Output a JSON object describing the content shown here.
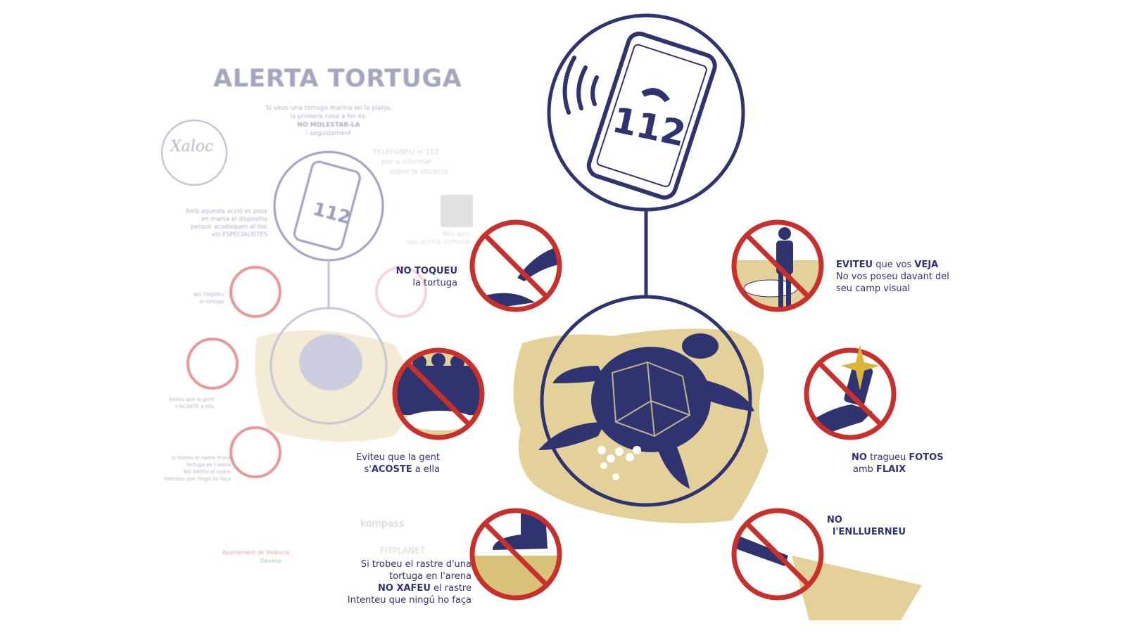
{
  "poster": {
    "title": "ALERTA TORTUGA",
    "intro": [
      "Si veus una tortuga marina en la platja,",
      "la primera cosa a fer és:",
      "NO MOLESTAR-LA",
      "i seguidament"
    ],
    "call": [
      "TELEFONEU al 112",
      "per a informar",
      "sobre la situació"
    ],
    "action": [
      "Amb aquesta acció es posa",
      "en marxa el dispositiu",
      "perquè acudisquen al lloc",
      "els ESPECIALISTES"
    ],
    "logo": "Xaloc",
    "qr_caption": [
      "MÉS INFO",
      "Web ALERTA TORTUGA"
    ],
    "small_labels": {
      "touch": [
        "NO TOQUEU",
        "la tortuga"
      ],
      "approach": [
        "Eviteu que la gent",
        "s'ACOSTE a ella"
      ],
      "tracks": [
        "Si trobeu el rastre d'una",
        "tortuga en l'arena",
        "NO XAFEU el rastre",
        "Intenteu que ningú ho faça"
      ]
    },
    "sponsors": [
      "kompass",
      "Ajuntament de València",
      "Devesa",
      "FITPLANET"
    ]
  },
  "phone": {
    "number": "112"
  },
  "rules": {
    "touch": {
      "strong": "NO TOQUEU",
      "rest": "la tortuga"
    },
    "approach": {
      "line1": "Eviteu que la gent",
      "pre": "s'",
      "strong": "ACOSTE",
      "post": " a ella"
    },
    "tracks": {
      "line1": "Si trobeu el rastre d'una",
      "line2": "tortuga en l'arena",
      "strong": "NO XAFEU",
      "rest3": " el rastre",
      "line4": "Intenteu que ningú ho faça"
    },
    "see": {
      "strong1": "EVITEU",
      "mid": " que vos ",
      "strong2": "VEJA",
      "line2": "No vos poseu davant del",
      "line3": "seu camp visual"
    },
    "flash": {
      "strong1": "NO",
      "mid": " tragueu ",
      "strong2": "FOTOS",
      "pre2": "amb ",
      "strong3": "FLAIX"
    },
    "dazzle": {
      "strong1": "NO",
      "strong2": "l'ENLLUERNEU"
    }
  },
  "colors": {
    "navy": "#2f3470",
    "red": "#c8302c",
    "sand": "#e4d199"
  }
}
